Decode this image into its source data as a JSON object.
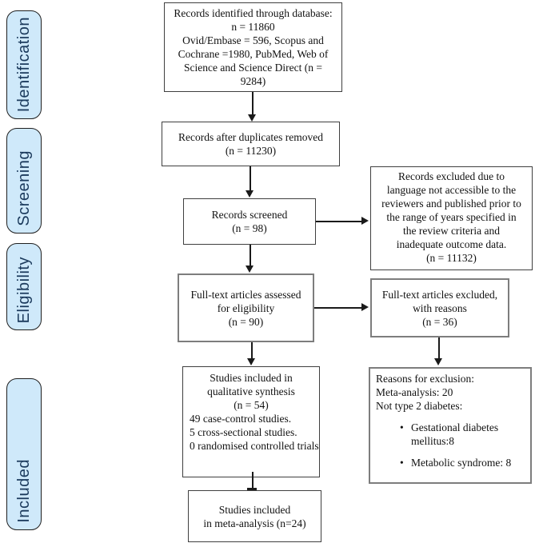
{
  "colors": {
    "stage_fill": "#cfe9fa",
    "stage_text": "#1b3a5c",
    "box_border_dark": "#3f3f3f",
    "box_border_gray": "#7d7d7d",
    "arrow": "#1a1a1a"
  },
  "stages": [
    {
      "label": "Identification"
    },
    {
      "label": "Screening"
    },
    {
      "label": "Eligibility"
    },
    {
      "label": "Included"
    }
  ],
  "boxes": {
    "identified": {
      "lines": [
        "Records identified through database:",
        "n = 11860",
        "Ovid/Embase = 596, Scopus and",
        "Cochrane =1980, PubMed, Web of",
        "Science and Science Direct (n =",
        "9284)"
      ]
    },
    "duplicates_removed": {
      "lines": [
        "Records after duplicates removed",
        "(n = 11230)"
      ]
    },
    "screened": {
      "lines": [
        "Records screened",
        "(n = 98)"
      ]
    },
    "records_excluded": {
      "lines": [
        "Records excluded due to",
        "language not accessible to the",
        "reviewers and published prior to",
        "the range of years specified in",
        "the review criteria and",
        "inadequate outcome data.",
        "(n = 11132)"
      ]
    },
    "fulltext_assessed": {
      "lines": [
        "Full-text articles assessed",
        "for eligibility",
        "(n = 90)"
      ]
    },
    "fulltext_excluded": {
      "lines": [
        "Full-text articles excluded,",
        "with reasons",
        "(n = 36)"
      ]
    },
    "qualitative": {
      "centered_lines": [
        "Studies included in",
        "qualitative synthesis",
        "(n = 54)"
      ],
      "left_lines": [
        "49 case-control studies.",
        "5 cross-sectional studies.",
        "0 randomised controlled trials"
      ]
    },
    "reasons": {
      "lines": [
        "Reasons for exclusion:",
        "Meta-analysis: 20",
        "Not type 2 diabetes:"
      ],
      "bullet_glyph": "•",
      "bullets": [
        "Gestational diabetes mellitus:8",
        "Metabolic syndrome: 8"
      ]
    },
    "meta_analysis": {
      "lines": [
        "Studies included",
        "in meta-analysis (n=24)"
      ]
    }
  }
}
